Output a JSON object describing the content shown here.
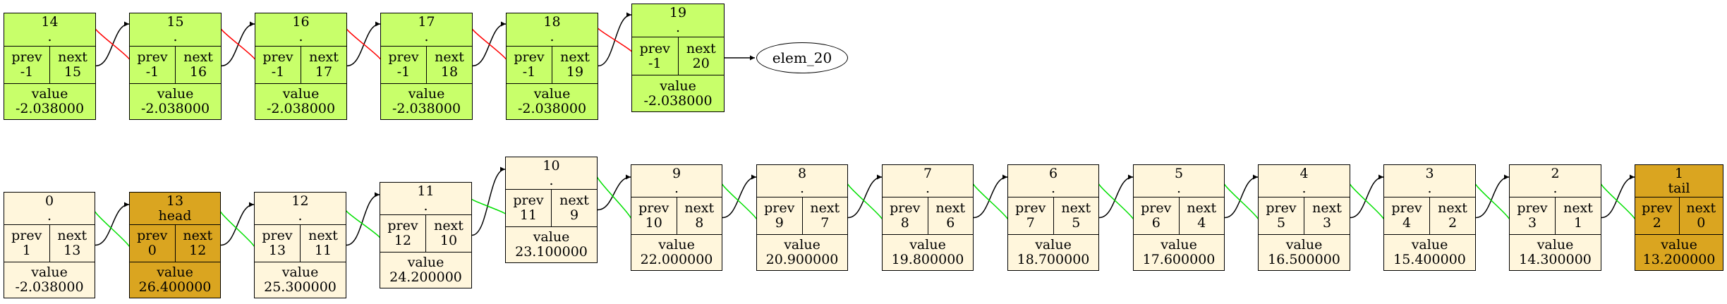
{
  "colors": {
    "removed": "#c8ff6a",
    "normal": "#fff6dc",
    "special": "#daa520",
    "edge_next": "#000000",
    "edge_prev_removed": "#ff0000",
    "edge_prev_normal": "#00e000"
  },
  "words": {
    "prev": "prev",
    "next": "next",
    "value": "value"
  },
  "top_row": [
    {
      "id": "14",
      "label": ".",
      "prev": "-1",
      "next": "15",
      "value": "-2.038000"
    },
    {
      "id": "15",
      "label": ".",
      "prev": "-1",
      "next": "16",
      "value": "-2.038000"
    },
    {
      "id": "16",
      "label": ".",
      "prev": "-1",
      "next": "17",
      "value": "-2.038000"
    },
    {
      "id": "17",
      "label": ".",
      "prev": "-1",
      "next": "18",
      "value": "-2.038000"
    },
    {
      "id": "18",
      "label": ".",
      "prev": "-1",
      "next": "19",
      "value": "-2.038000"
    },
    {
      "id": "19",
      "label": ".",
      "prev": "-1",
      "next": "20",
      "value": "-2.038000"
    }
  ],
  "external_node": {
    "label": "elem_20"
  },
  "bottom_row": [
    {
      "id": "0",
      "label": ".",
      "prev": "1",
      "next": "13",
      "value": "-2.038000",
      "style": "normal"
    },
    {
      "id": "13",
      "label": "head",
      "prev": "0",
      "next": "12",
      "value": "26.400000",
      "style": "special"
    },
    {
      "id": "12",
      "label": ".",
      "prev": "13",
      "next": "11",
      "value": "25.300000",
      "style": "normal"
    },
    {
      "id": "11",
      "label": ".",
      "prev": "12",
      "next": "10",
      "value": "24.200000",
      "style": "normal"
    },
    {
      "id": "10",
      "label": ".",
      "prev": "11",
      "next": "9",
      "value": "23.100000",
      "style": "normal"
    },
    {
      "id": "9",
      "label": ".",
      "prev": "10",
      "next": "8",
      "value": "22.000000",
      "style": "normal"
    },
    {
      "id": "8",
      "label": ".",
      "prev": "9",
      "next": "7",
      "value": "20.900000",
      "style": "normal"
    },
    {
      "id": "7",
      "label": ".",
      "prev": "8",
      "next": "6",
      "value": "19.800000",
      "style": "normal"
    },
    {
      "id": "6",
      "label": ".",
      "prev": "7",
      "next": "5",
      "value": "18.700000",
      "style": "normal"
    },
    {
      "id": "5",
      "label": ".",
      "prev": "6",
      "next": "4",
      "value": "17.600000",
      "style": "normal"
    },
    {
      "id": "4",
      "label": ".",
      "prev": "5",
      "next": "3",
      "value": "16.500000",
      "style": "normal"
    },
    {
      "id": "3",
      "label": ".",
      "prev": "4",
      "next": "2",
      "value": "15.400000",
      "style": "normal"
    },
    {
      "id": "2",
      "label": ".",
      "prev": "3",
      "next": "1",
      "value": "14.300000",
      "style": "normal"
    },
    {
      "id": "1",
      "label": "tail",
      "prev": "2",
      "next": "0",
      "value": "13.200000",
      "style": "special"
    }
  ]
}
